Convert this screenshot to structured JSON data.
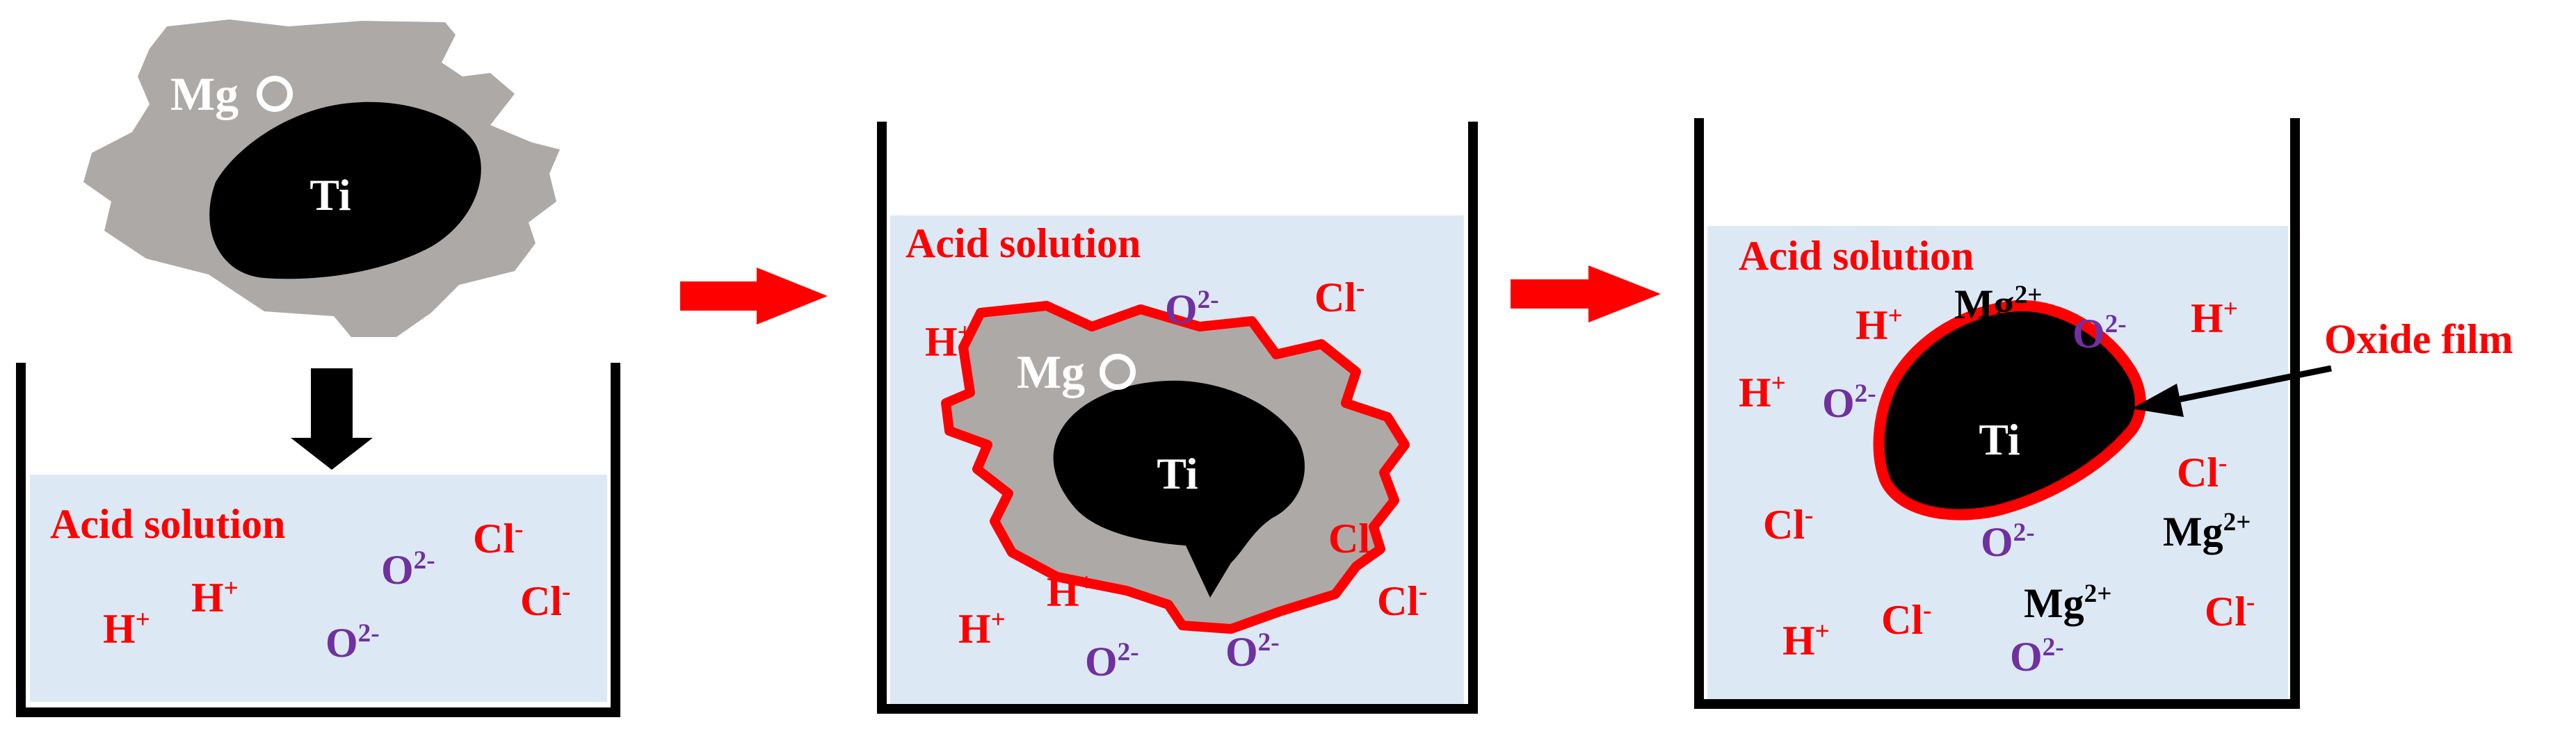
{
  "colors": {
    "solution_fill": "#dce9f5",
    "container_stroke": "#000000",
    "mgo_fill": "#ada9a7",
    "ti_fill": "#000000",
    "oxide_film": "#ff0000",
    "arrow_red": "#ff0000",
    "arrow_black": "#000000",
    "text_red": "#ff0000",
    "text_purple": "#7030a0",
    "text_black": "#000000",
    "text_white": "#ffffff"
  },
  "common": {
    "solution_label": "Acid solution",
    "ti_label": "Ti",
    "mgo_label_mg": "Mg",
    "mgo_label_o": "O",
    "h_ion": {
      "base": "H",
      "charge": "+"
    },
    "cl_ion": {
      "base": "Cl",
      "charge": "-"
    },
    "o_ion": {
      "base": "O",
      "charge": "2-"
    },
    "mg_ion": {
      "base": "Mg",
      "charge": "2+"
    }
  },
  "stage3": {
    "oxide_film_label": "Oxide film"
  },
  "icons": {
    "down_arrow": "black-down-arrow-icon",
    "right_arrow": "red-right-arrow-icon",
    "pointer_arrow": "black-pointer-arrow-icon"
  }
}
